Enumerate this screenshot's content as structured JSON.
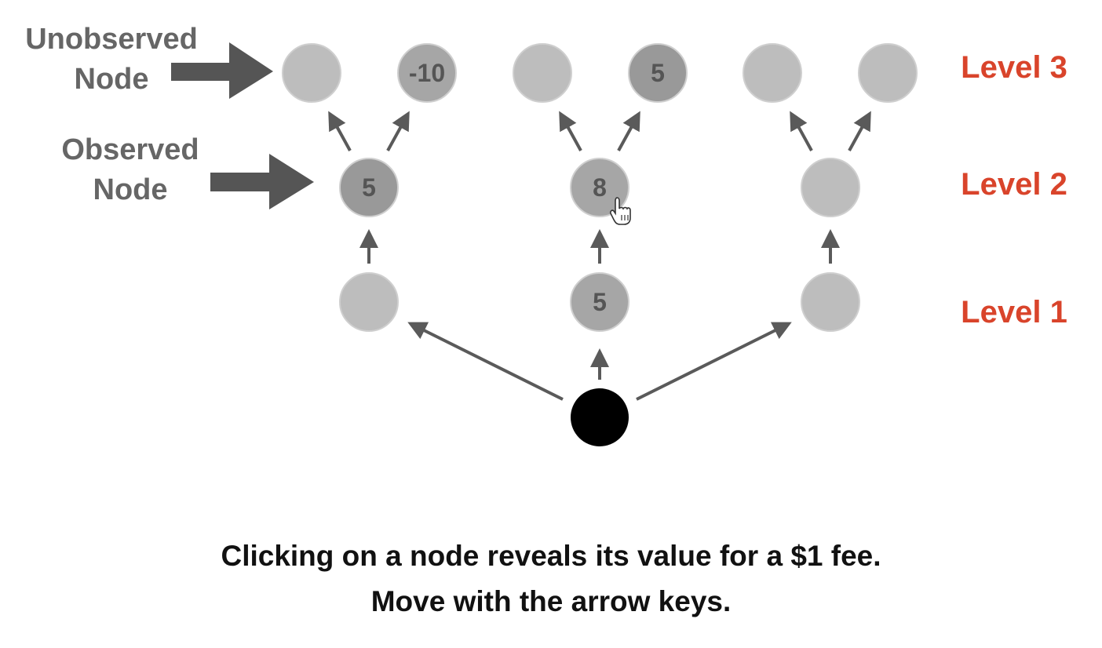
{
  "annotations": {
    "unobserved": {
      "line1": "Unobserved",
      "line2": "Node"
    },
    "observed": {
      "line1": "Observed",
      "line2": "Node"
    }
  },
  "levels": [
    "Level 3",
    "Level 2",
    "Level 1"
  ],
  "tree": {
    "level3": [
      {
        "value": "",
        "observed": false
      },
      {
        "value": "-10",
        "observed": true
      },
      {
        "value": "",
        "observed": false
      },
      {
        "value": "5",
        "observed": true
      },
      {
        "value": "",
        "observed": false
      },
      {
        "value": "",
        "observed": false
      }
    ],
    "level2": [
      {
        "value": "5",
        "observed": true
      },
      {
        "value": "8",
        "observed": true
      },
      {
        "value": "",
        "observed": false
      }
    ],
    "level1": [
      {
        "value": "",
        "observed": false
      },
      {
        "value": "5",
        "observed": true
      },
      {
        "value": "",
        "observed": false
      }
    ]
  },
  "instructions": {
    "line1": "Clicking on a node reveals its value for a $1 fee.",
    "line2": "Move with the arrow keys."
  },
  "colors": {
    "unobserved_node": "#bdbdbd",
    "observed_node": "#a6a6a6",
    "observed_node_dark": "#999999",
    "start_node": "#000000",
    "level_label": "#d9442b",
    "annotation_label": "#666666",
    "pointer_arrow": "#555555"
  },
  "icons": {
    "cursor": "hand-pointer-icon"
  }
}
